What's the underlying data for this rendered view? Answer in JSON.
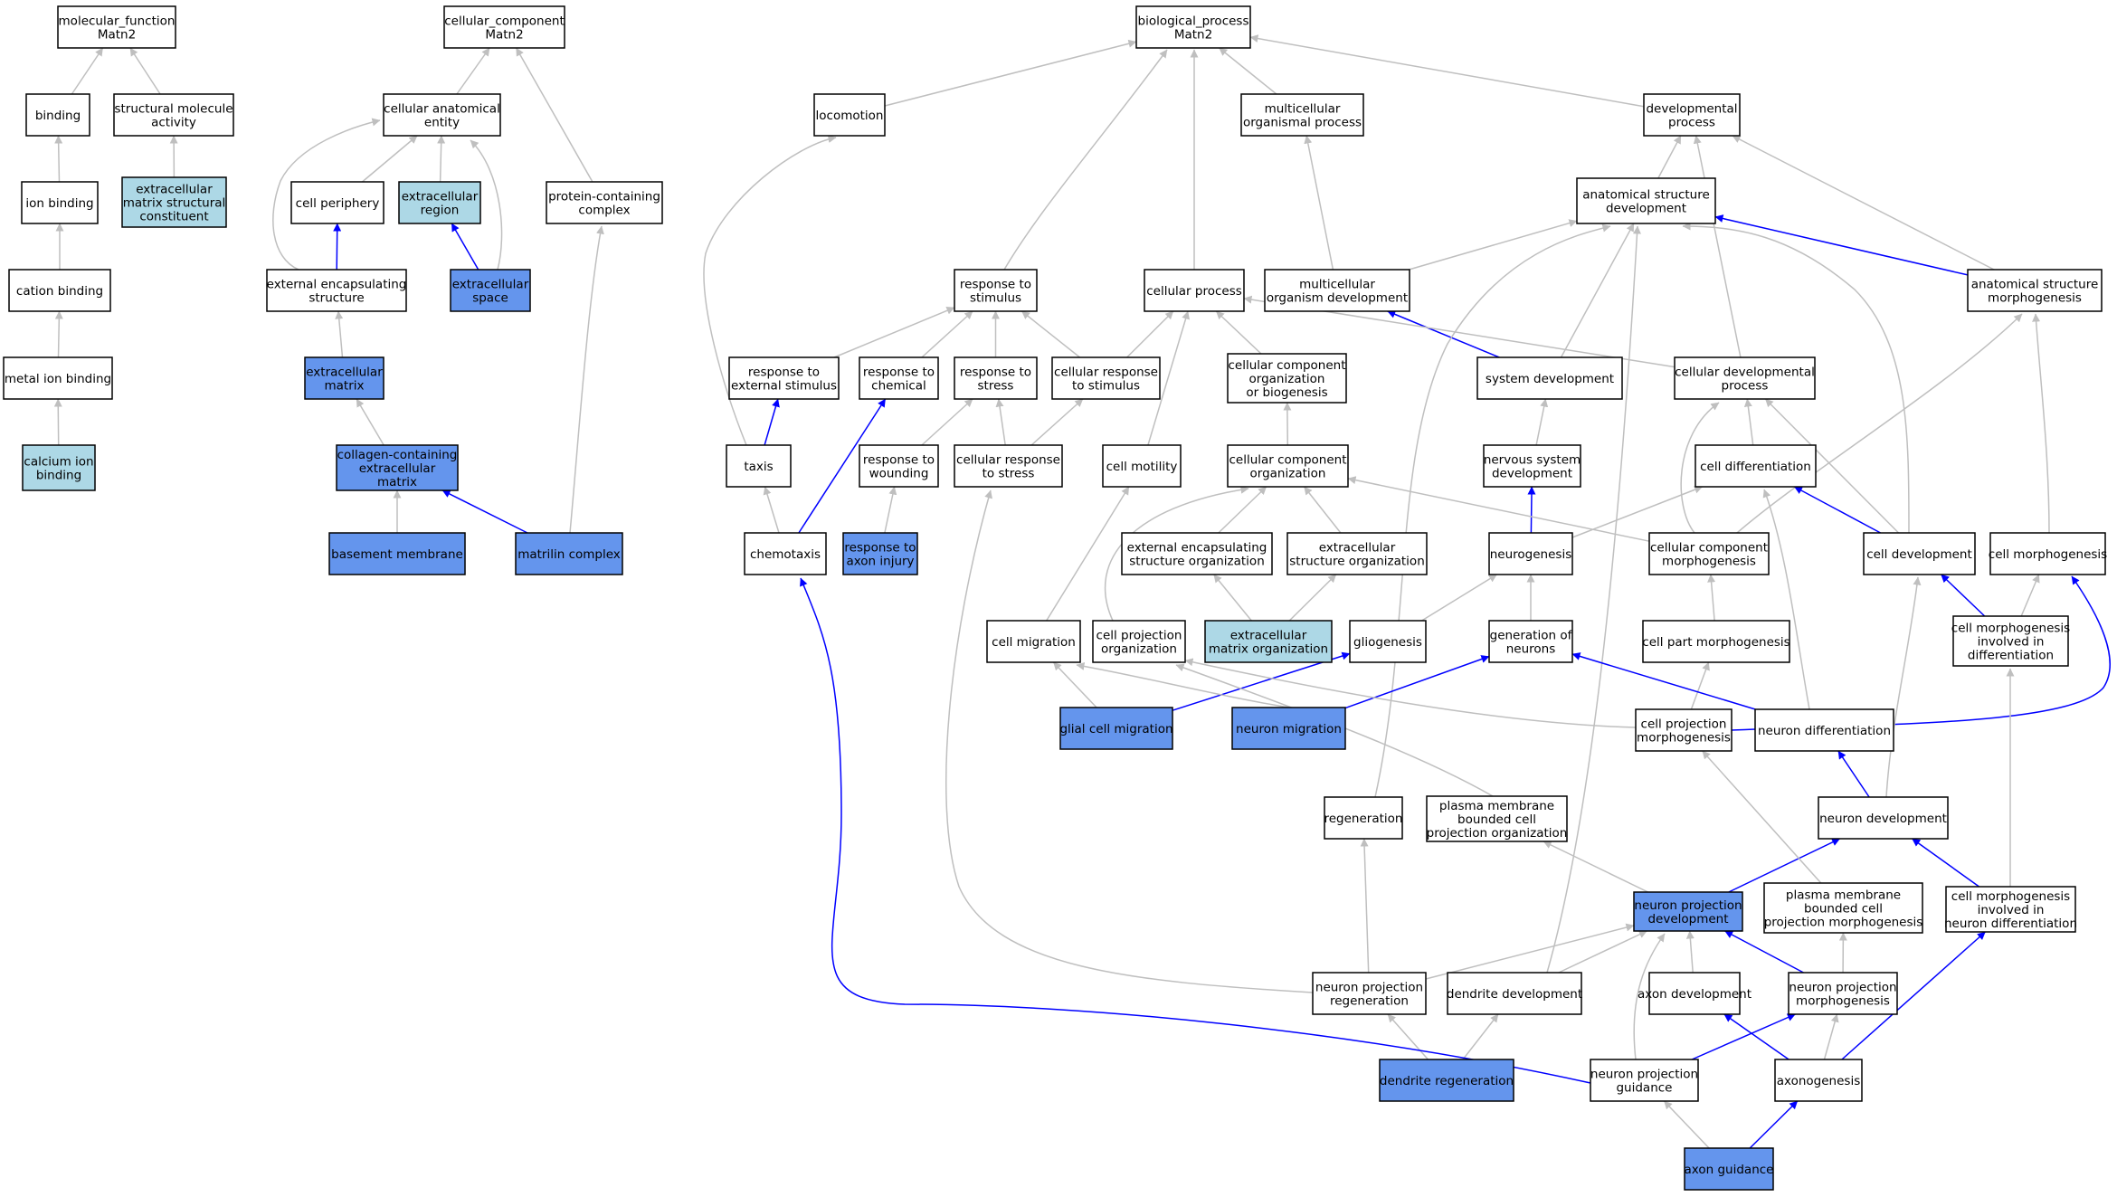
{
  "colors": {
    "plain": "#ffffff",
    "light": "#add8e6",
    "blue": "#6495ed",
    "edge_gray": "#bfbfbf",
    "edge_blue": "#0000ff"
  },
  "nodes": [
    {
      "id": "mf",
      "lines": [
        "molecular_function",
        "Matn2"
      ],
      "fill": "plain"
    },
    {
      "id": "binding",
      "lines": [
        "binding"
      ],
      "fill": "plain"
    },
    {
      "id": "struct",
      "lines": [
        "structural molecule",
        "activity"
      ],
      "fill": "plain"
    },
    {
      "id": "ionb",
      "lines": [
        "ion binding"
      ],
      "fill": "plain"
    },
    {
      "id": "ecmsc",
      "lines": [
        "extracellular",
        "matrix structural",
        "constituent"
      ],
      "fill": "light"
    },
    {
      "id": "cationb",
      "lines": [
        "cation binding"
      ],
      "fill": "plain"
    },
    {
      "id": "metalb",
      "lines": [
        "metal ion binding"
      ],
      "fill": "plain"
    },
    {
      "id": "calcb",
      "lines": [
        "calcium ion",
        "binding"
      ],
      "fill": "light"
    },
    {
      "id": "cc",
      "lines": [
        "cellular_component",
        "Matn2"
      ],
      "fill": "plain"
    },
    {
      "id": "cae",
      "lines": [
        "cellular anatomical",
        "entity"
      ],
      "fill": "plain"
    },
    {
      "id": "cellper",
      "lines": [
        "cell periphery"
      ],
      "fill": "plain"
    },
    {
      "id": "exreg",
      "lines": [
        "extracellular",
        "region"
      ],
      "fill": "light"
    },
    {
      "id": "protcx",
      "lines": [
        "protein-containing",
        "complex"
      ],
      "fill": "plain"
    },
    {
      "id": "extenc",
      "lines": [
        "external encapsulating",
        "structure"
      ],
      "fill": "plain"
    },
    {
      "id": "exspace",
      "lines": [
        "extracellular",
        "space"
      ],
      "fill": "blue"
    },
    {
      "id": "exmat",
      "lines": [
        "extracellular",
        "matrix"
      ],
      "fill": "blue"
    },
    {
      "id": "collagen",
      "lines": [
        "collagen-containing",
        "extracellular",
        "matrix"
      ],
      "fill": "blue"
    },
    {
      "id": "basem",
      "lines": [
        "basement membrane"
      ],
      "fill": "blue"
    },
    {
      "id": "matrilin",
      "lines": [
        "matrilin complex"
      ],
      "fill": "blue"
    },
    {
      "id": "bp",
      "lines": [
        "biological_process",
        "Matn2"
      ],
      "fill": "plain"
    },
    {
      "id": "locom",
      "lines": [
        "locomotion"
      ],
      "fill": "plain"
    },
    {
      "id": "multiproc",
      "lines": [
        "multicellular",
        "organismal process"
      ],
      "fill": "plain"
    },
    {
      "id": "devproc",
      "lines": [
        "developmental",
        "process"
      ],
      "fill": "plain"
    },
    {
      "id": "asdev",
      "lines": [
        "anatomical structure",
        "development"
      ],
      "fill": "plain"
    },
    {
      "id": "respstim",
      "lines": [
        "response to",
        "stimulus"
      ],
      "fill": "plain"
    },
    {
      "id": "cellproc",
      "lines": [
        "cellular process"
      ],
      "fill": "plain"
    },
    {
      "id": "multidev",
      "lines": [
        "multicellular",
        "organism development"
      ],
      "fill": "plain"
    },
    {
      "id": "asmorph",
      "lines": [
        "anatomical structure",
        "morphogenesis"
      ],
      "fill": "plain"
    },
    {
      "id": "respext",
      "lines": [
        "response to",
        "external stimulus"
      ],
      "fill": "plain"
    },
    {
      "id": "respchem",
      "lines": [
        "response to",
        "chemical"
      ],
      "fill": "plain"
    },
    {
      "id": "respstress",
      "lines": [
        "response to",
        "stress"
      ],
      "fill": "plain"
    },
    {
      "id": "cellresp",
      "lines": [
        "cellular response",
        "to stimulus"
      ],
      "fill": "plain"
    },
    {
      "id": "ccob",
      "lines": [
        "cellular component",
        "organization",
        "or biogenesis"
      ],
      "fill": "plain"
    },
    {
      "id": "sysdev",
      "lines": [
        "system development"
      ],
      "fill": "plain"
    },
    {
      "id": "celldevproc",
      "lines": [
        "cellular developmental",
        "process"
      ],
      "fill": "plain"
    },
    {
      "id": "taxis",
      "lines": [
        "taxis"
      ],
      "fill": "plain"
    },
    {
      "id": "respwound",
      "lines": [
        "response to",
        "wounding"
      ],
      "fill": "plain"
    },
    {
      "id": "cellrespstress",
      "lines": [
        "cellular response",
        "to stress"
      ],
      "fill": "plain"
    },
    {
      "id": "cellmot",
      "lines": [
        "cell motility"
      ],
      "fill": "plain"
    },
    {
      "id": "ccorg",
      "lines": [
        "cellular component",
        "organization"
      ],
      "fill": "plain"
    },
    {
      "id": "nsdev",
      "lines": [
        "nervous system",
        "development"
      ],
      "fill": "plain"
    },
    {
      "id": "celldiff",
      "lines": [
        "cell differentiation"
      ],
      "fill": "plain"
    },
    {
      "id": "chemotaxis",
      "lines": [
        "chemotaxis"
      ],
      "fill": "plain"
    },
    {
      "id": "respaxon",
      "lines": [
        "response to",
        "axon injury"
      ],
      "fill": "blue"
    },
    {
      "id": "extencorg",
      "lines": [
        "external encapsulating",
        "structure organization"
      ],
      "fill": "plain"
    },
    {
      "id": "exstructorg",
      "lines": [
        "extracellular",
        "structure organization"
      ],
      "fill": "plain"
    },
    {
      "id": "neurogen",
      "lines": [
        "neurogenesis"
      ],
      "fill": "plain"
    },
    {
      "id": "ccmorph",
      "lines": [
        "cellular component",
        "morphogenesis"
      ],
      "fill": "plain"
    },
    {
      "id": "celldev",
      "lines": [
        "cell development"
      ],
      "fill": "plain"
    },
    {
      "id": "cellmorph",
      "lines": [
        "cell morphogenesis"
      ],
      "fill": "plain"
    },
    {
      "id": "cellmig",
      "lines": [
        "cell migration"
      ],
      "fill": "plain"
    },
    {
      "id": "cellprojorg",
      "lines": [
        "cell projection",
        "organization"
      ],
      "fill": "plain"
    },
    {
      "id": "ecmorg",
      "lines": [
        "extracellular",
        "matrix organization"
      ],
      "fill": "light"
    },
    {
      "id": "gliogen",
      "lines": [
        "gliogenesis"
      ],
      "fill": "plain"
    },
    {
      "id": "genneur",
      "lines": [
        "generation of",
        "neurons"
      ],
      "fill": "plain"
    },
    {
      "id": "cellpartmorph",
      "lines": [
        "cell part morphogenesis"
      ],
      "fill": "plain"
    },
    {
      "id": "cmdiff",
      "lines": [
        "cell morphogenesis",
        "involved in",
        "differentiation"
      ],
      "fill": "plain"
    },
    {
      "id": "glialmig",
      "lines": [
        "glial cell migration"
      ],
      "fill": "blue"
    },
    {
      "id": "neurmig",
      "lines": [
        "neuron migration"
      ],
      "fill": "blue"
    },
    {
      "id": "cellprojmorph",
      "lines": [
        "cell projection",
        "morphogenesis"
      ],
      "fill": "plain"
    },
    {
      "id": "neurdiff",
      "lines": [
        "neuron differentiation"
      ],
      "fill": "plain"
    },
    {
      "id": "regen",
      "lines": [
        "regeneration"
      ],
      "fill": "plain"
    },
    {
      "id": "pmbcpo",
      "lines": [
        "plasma membrane",
        "bounded cell",
        "projection organization"
      ],
      "fill": "plain"
    },
    {
      "id": "neurdev",
      "lines": [
        "neuron development"
      ],
      "fill": "plain"
    },
    {
      "id": "npdev",
      "lines": [
        "neuron projection",
        "development"
      ],
      "fill": "blue"
    },
    {
      "id": "pmbcpm",
      "lines": [
        "plasma membrane",
        "bounded cell",
        "projection morphogenesis"
      ],
      "fill": "plain"
    },
    {
      "id": "cmneur",
      "lines": [
        "cell morphogenesis",
        "involved in",
        "neuron differentiation"
      ],
      "fill": "plain"
    },
    {
      "id": "npregen",
      "lines": [
        "neuron projection",
        "regeneration"
      ],
      "fill": "plain"
    },
    {
      "id": "dendev",
      "lines": [
        "dendrite development"
      ],
      "fill": "plain"
    },
    {
      "id": "axondev",
      "lines": [
        "axon development"
      ],
      "fill": "plain"
    },
    {
      "id": "npmorph",
      "lines": [
        "neuron projection",
        "morphogenesis"
      ],
      "fill": "plain"
    },
    {
      "id": "dendregen",
      "lines": [
        "dendrite regeneration"
      ],
      "fill": "blue"
    },
    {
      "id": "npguid",
      "lines": [
        "neuron projection",
        "guidance"
      ],
      "fill": "plain"
    },
    {
      "id": "axonogen",
      "lines": [
        "axonogenesis"
      ],
      "fill": "plain"
    },
    {
      "id": "axonguid",
      "lines": [
        "axon guidance"
      ],
      "fill": "blue"
    }
  ],
  "edges": [
    {
      "from": "binding",
      "to": "mf",
      "color": "gray"
    },
    {
      "from": "struct",
      "to": "mf",
      "color": "gray"
    },
    {
      "from": "ionb",
      "to": "binding",
      "color": "gray"
    },
    {
      "from": "ecmsc",
      "to": "struct",
      "color": "gray"
    },
    {
      "from": "cationb",
      "to": "ionb",
      "color": "gray"
    },
    {
      "from": "metalb",
      "to": "cationb",
      "color": "gray"
    },
    {
      "from": "calcb",
      "to": "metalb",
      "color": "gray"
    },
    {
      "from": "cae",
      "to": "cc",
      "color": "gray"
    },
    {
      "from": "protcx",
      "to": "cc",
      "color": "gray"
    },
    {
      "from": "cellper",
      "to": "cae",
      "color": "gray"
    },
    {
      "from": "exreg",
      "to": "cae",
      "color": "gray"
    },
    {
      "from": "extenc",
      "to": "cae",
      "color": "gray"
    },
    {
      "from": "exspace",
      "to": "cae",
      "color": "gray"
    },
    {
      "from": "extenc",
      "to": "cellper",
      "color": "blue"
    },
    {
      "from": "exspace",
      "to": "exreg",
      "color": "blue"
    },
    {
      "from": "exmat",
      "to": "extenc",
      "color": "gray"
    },
    {
      "from": "collagen",
      "to": "exmat",
      "color": "gray"
    },
    {
      "from": "basem",
      "to": "collagen",
      "color": "gray"
    },
    {
      "from": "matrilin",
      "to": "collagen",
      "color": "blue"
    },
    {
      "from": "matrilin",
      "to": "protcx",
      "color": "gray"
    },
    {
      "from": "locom",
      "to": "bp",
      "color": "gray"
    },
    {
      "from": "multiproc",
      "to": "bp",
      "color": "gray"
    },
    {
      "from": "devproc",
      "to": "bp",
      "color": "gray"
    },
    {
      "from": "respstim",
      "to": "bp",
      "color": "gray"
    },
    {
      "from": "cellproc",
      "to": "bp",
      "color": "gray"
    },
    {
      "from": "asdev",
      "to": "devproc",
      "color": "gray"
    },
    {
      "from": "asmorph",
      "to": "devproc",
      "color": "gray"
    },
    {
      "from": "celldevproc",
      "to": "devproc",
      "color": "gray"
    },
    {
      "from": "multidev",
      "to": "multiproc",
      "color": "gray"
    },
    {
      "from": "multidev",
      "to": "asdev",
      "color": "gray"
    },
    {
      "from": "asmorph",
      "to": "asdev",
      "color": "blue"
    },
    {
      "from": "sysdev",
      "to": "multidev",
      "color": "blue"
    },
    {
      "from": "sysdev",
      "to": "asdev",
      "color": "gray"
    },
    {
      "from": "regen",
      "to": "asdev",
      "color": "gray"
    },
    {
      "from": "dendev",
      "to": "asdev",
      "color": "gray"
    },
    {
      "from": "celldev",
      "to": "asdev",
      "color": "gray"
    },
    {
      "from": "respext",
      "to": "respstim",
      "color": "gray"
    },
    {
      "from": "respchem",
      "to": "respstim",
      "color": "gray"
    },
    {
      "from": "respstress",
      "to": "respstim",
      "color": "gray"
    },
    {
      "from": "cellresp",
      "to": "respstim",
      "color": "gray"
    },
    {
      "from": "cellresp",
      "to": "cellproc",
      "color": "gray"
    },
    {
      "from": "ccob",
      "to": "cellproc",
      "color": "gray"
    },
    {
      "from": "celldevproc",
      "to": "cellproc",
      "color": "gray"
    },
    {
      "from": "cellmot",
      "to": "cellproc",
      "color": "gray"
    },
    {
      "from": "taxis",
      "to": "locom",
      "color": "gray"
    },
    {
      "from": "taxis",
      "to": "respext",
      "color": "blue"
    },
    {
      "from": "chemotaxis",
      "to": "taxis",
      "color": "gray"
    },
    {
      "from": "chemotaxis",
      "to": "respchem",
      "color": "blue"
    },
    {
      "from": "respwound",
      "to": "respstress",
      "color": "gray"
    },
    {
      "from": "respaxon",
      "to": "respwound",
      "color": "gray"
    },
    {
      "from": "cellrespstress",
      "to": "respstress",
      "color": "gray"
    },
    {
      "from": "cellrespstress",
      "to": "cellresp",
      "color": "gray"
    },
    {
      "from": "ccorg",
      "to": "ccob",
      "color": "gray"
    },
    {
      "from": "nsdev",
      "to": "sysdev",
      "color": "gray"
    },
    {
      "from": "neurogen",
      "to": "nsdev",
      "color": "blue"
    },
    {
      "from": "neurogen",
      "to": "celldiff",
      "color": "gray"
    },
    {
      "from": "celldiff",
      "to": "celldevproc",
      "color": "gray"
    },
    {
      "from": "ccmorph",
      "to": "celldevproc",
      "color": "gray"
    },
    {
      "from": "ccmorph",
      "to": "ccorg",
      "color": "gray"
    },
    {
      "from": "ccmorph",
      "to": "asmorph",
      "color": "gray"
    },
    {
      "from": "celldev",
      "to": "celldevproc",
      "color": "gray"
    },
    {
      "from": "celldev",
      "to": "celldiff",
      "color": "blue"
    },
    {
      "from": "cellmorph",
      "to": "asmorph",
      "color": "gray"
    },
    {
      "from": "extencorg",
      "to": "ccorg",
      "color": "gray"
    },
    {
      "from": "exstructorg",
      "to": "ccorg",
      "color": "gray"
    },
    {
      "from": "ecmorg",
      "to": "extencorg",
      "color": "gray"
    },
    {
      "from": "ecmorg",
      "to": "exstructorg",
      "color": "gray"
    },
    {
      "from": "cellprojorg",
      "to": "ccorg",
      "color": "gray"
    },
    {
      "from": "cellmig",
      "to": "cellmot",
      "color": "gray"
    },
    {
      "from": "gliogen",
      "to": "neurogen",
      "color": "gray"
    },
    {
      "from": "genneur",
      "to": "neurogen",
      "color": "gray"
    },
    {
      "from": "cellpartmorph",
      "to": "ccmorph",
      "color": "gray"
    },
    {
      "from": "cmdiff",
      "to": "cellmorph",
      "color": "gray"
    },
    {
      "from": "cmdiff",
      "to": "celldev",
      "color": "blue"
    },
    {
      "from": "glialmig",
      "to": "cellmig",
      "color": "gray"
    },
    {
      "from": "glialmig",
      "to": "gliogen",
      "color": "blue"
    },
    {
      "from": "neurmig",
      "to": "cellmig",
      "color": "gray"
    },
    {
      "from": "neurmig",
      "to": "genneur",
      "color": "blue"
    },
    {
      "from": "cellprojmorph",
      "to": "cellpartmorph",
      "color": "gray"
    },
    {
      "from": "cellprojmorph",
      "to": "cellprojorg",
      "color": "gray"
    },
    {
      "from": "cellprojmorph",
      "to": "cellmorph",
      "color": "blue"
    },
    {
      "from": "neurdiff",
      "to": "celldiff",
      "color": "gray"
    },
    {
      "from": "neurdiff",
      "to": "genneur",
      "color": "blue"
    },
    {
      "from": "neurdev",
      "to": "neurdiff",
      "color": "blue"
    },
    {
      "from": "neurdev",
      "to": "celldev",
      "color": "gray"
    },
    {
      "from": "pmbcpo",
      "to": "cellprojorg",
      "color": "gray"
    },
    {
      "from": "npdev",
      "to": "pmbcpo",
      "color": "gray"
    },
    {
      "from": "npdev",
      "to": "neurdev",
      "color": "blue"
    },
    {
      "from": "pmbcpm",
      "to": "cellprojmorph",
      "color": "gray"
    },
    {
      "from": "cmneur",
      "to": "cmdiff",
      "color": "gray"
    },
    {
      "from": "cmneur",
      "to": "neurdev",
      "color": "blue"
    },
    {
      "from": "npregen",
      "to": "regen",
      "color": "gray"
    },
    {
      "from": "npregen",
      "to": "npdev",
      "color": "gray"
    },
    {
      "from": "npregen",
      "to": "cellrespstress",
      "color": "gray"
    },
    {
      "from": "dendev",
      "to": "npdev",
      "color": "gray"
    },
    {
      "from": "axondev",
      "to": "npdev",
      "color": "gray"
    },
    {
      "from": "npmorph",
      "to": "npdev",
      "color": "blue"
    },
    {
      "from": "npmorph",
      "to": "pmbcpm",
      "color": "gray"
    },
    {
      "from": "dendregen",
      "to": "npregen",
      "color": "gray"
    },
    {
      "from": "dendregen",
      "to": "dendev",
      "color": "gray"
    },
    {
      "from": "npguid",
      "to": "npmorph",
      "color": "blue"
    },
    {
      "from": "npguid",
      "to": "npdev",
      "color": "gray"
    },
    {
      "from": "npguid",
      "to": "chemotaxis",
      "color": "blue"
    },
    {
      "from": "axonogen",
      "to": "axondev",
      "color": "blue"
    },
    {
      "from": "axonogen",
      "to": "npmorph",
      "color": "gray"
    },
    {
      "from": "axonogen",
      "to": "cmneur",
      "color": "blue"
    },
    {
      "from": "axonguid",
      "to": "npguid",
      "color": "gray"
    },
    {
      "from": "axonguid",
      "to": "axonogen",
      "color": "blue"
    }
  ]
}
